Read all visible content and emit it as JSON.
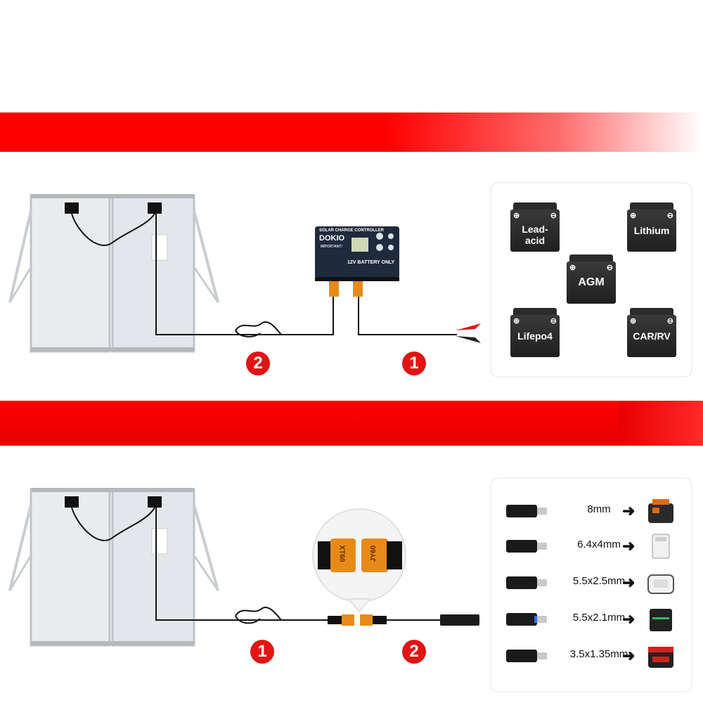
{
  "section_top": {
    "controller": {
      "header": "SOLAR CHARGE CONTROLLER",
      "brand": "DOKIO",
      "battery_text": "12V BATTERY ONLY",
      "important": "IMPORTANT!"
    },
    "markers": {
      "left": "2",
      "right": "1"
    },
    "battery_types": [
      "Lead-\nacid",
      "Lithium",
      "AGM",
      "Lifepo4",
      "CAR/RV"
    ]
  },
  "section_bottom": {
    "connector_labels": {
      "left": "XT60",
      "right": "JY60"
    },
    "markers": {
      "left": "1",
      "right": "2"
    },
    "ports": [
      {
        "size": "8mm",
        "device": "portable-power-station-icon"
      },
      {
        "size": "6.4x4mm",
        "device": "power-bank-icon"
      },
      {
        "size": "5.5x2.5mm",
        "device": "generator-icon"
      },
      {
        "size": "5.5x2.1mm",
        "device": "battery-pack-icon"
      },
      {
        "size": "3.5x1.35mm",
        "device": "power-station-red-icon"
      }
    ]
  },
  "colors": {
    "accent_red": "#ff0000",
    "marker_red": "#e21414"
  }
}
